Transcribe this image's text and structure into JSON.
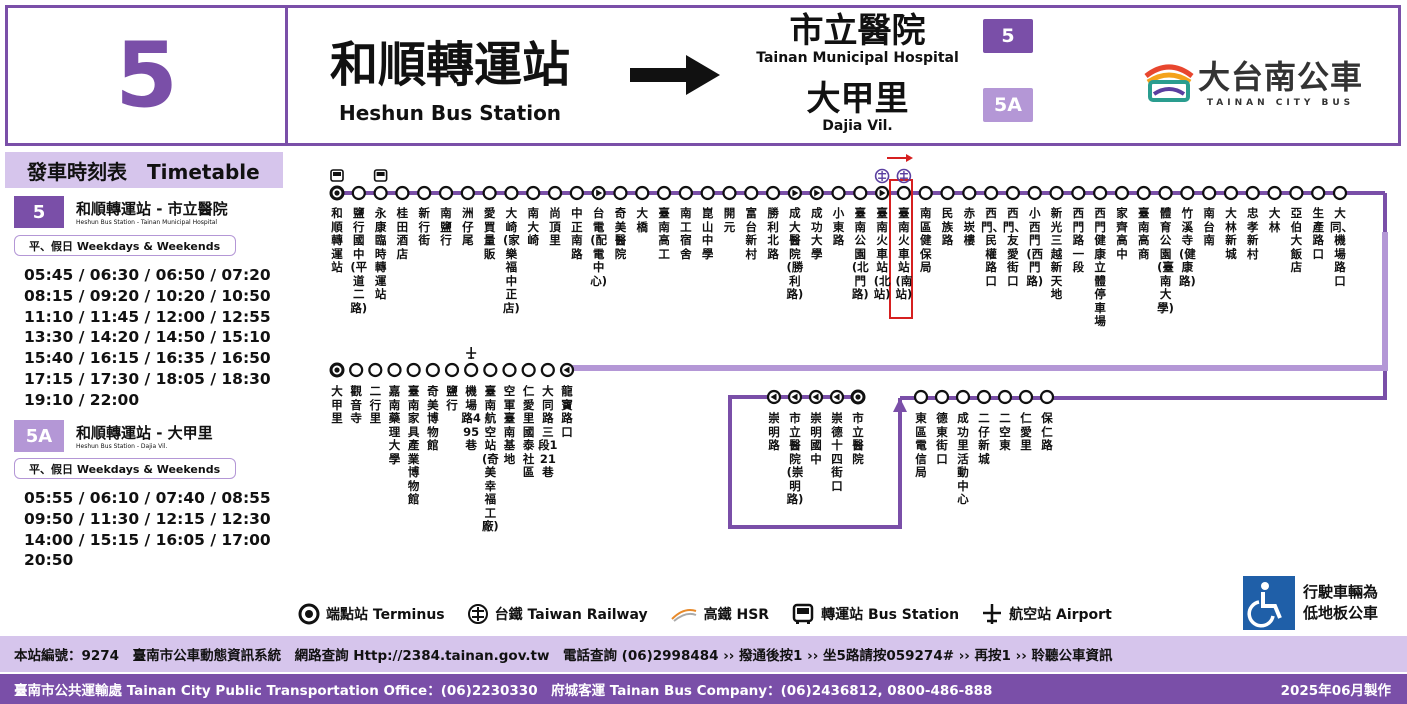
{
  "header": {
    "route": "5",
    "origin_zh": "和順轉運站",
    "origin_en": "Heshun Bus Station",
    "dest1_zh": "市立醫院",
    "dest1_en": "Tainan Municipal Hospital",
    "dest2_zh": "大甲里",
    "dest2_en": "Dajia Vil.",
    "badge1": "5",
    "badge2": "5A",
    "logo_zh": "大台南公車",
    "logo_en": "TAINAN CITY BUS"
  },
  "timetable": {
    "title": "發車時刻表　Timetable",
    "route5": {
      "badge": "5",
      "name_zh": "和順轉運站 - 市立醫院",
      "name_en": "Heshun Bus Station - Tainan Municipal Hospital",
      "days": "平、假日 Weekdays & Weekends",
      "times": [
        "05:45 / 06:30 / 06:50 / 07:20",
        "08:15 / 09:20 / 10:20 / 10:50",
        "11:10 / 11:45 / 12:00 / 12:55",
        "13:30 / 14:20 / 14:50 / 15:10",
        "15:40 / 16:15 / 16:35 / 16:50",
        "17:15 / 17:30 / 18:05 / 18:30",
        "19:10 / 22:00"
      ]
    },
    "route5a": {
      "badge": "5A",
      "name_zh": "和順轉運站 - 大甲里",
      "name_en": "Heshun Bus Station - Dajia Vil.",
      "days": "平、假日 Weekdays & Weekends",
      "times": [
        "05:55 / 06:10 / 07:40 / 08:55",
        "09:50 / 11:30 / 12:15 / 12:30",
        "14:00 / 15:15 / 16:05 / 17:00",
        "20:50"
      ]
    }
  },
  "stops_row1": [
    "和順轉運站",
    "鹽行國中(平道二路)",
    "永康臨時轉運站",
    "桂田酒店",
    "新行街",
    "南鹽行",
    "洲仔尾",
    "愛買量販",
    "大崎(家樂福中正店)",
    "南大崎",
    "尚頂里",
    "中正南路",
    "台電(配電中心)",
    "奇美醫院",
    "大橋",
    "臺南高工",
    "南工宿舍",
    "崑山中學",
    "開元",
    "富台新村",
    "勝利北路",
    "成大醫院(勝利路)",
    "成功大學",
    "小東路",
    "臺南公園(北門路)",
    "臺南火車站(北站)",
    "臺南火車站(南站)",
    "南區健保局",
    "民族路",
    "赤崁樓",
    "西門、民權路口",
    "西門、友愛街口",
    "小西門(西門路)",
    "新光三越新天地",
    "西門路一段",
    "西門健康立體停車場",
    "家齊高中",
    "臺南高商",
    "體育公園(臺南大學)",
    "竹溪寺(健康路)",
    "南台南",
    "大林新城",
    "忠孝新村",
    "大林",
    "亞伯大飯店",
    "生產路口",
    "大同、機場路口"
  ],
  "stops_row2": [
    "大甲里",
    "觀音寺",
    "二行里",
    "嘉南藥理大學",
    "臺南家具產業博物館",
    "奇美博物館",
    "鹽行",
    "機場路495巷",
    "臺南航空站(奇美幸福工廠)",
    "空軍臺南基地",
    "仁愛里國泰社區",
    "大同路三段121巷",
    "龍寶路口"
  ],
  "stops_row3": [
    "崇明路",
    "市立醫院(崇明路)",
    "崇明國中",
    "崇德十四街口",
    "市立醫院"
  ],
  "stops_row4": [
    "東區電信局",
    "德東街口",
    "成功里活動中心",
    "二仔新城",
    "二空東",
    "仁愛里",
    "保仁路"
  ],
  "legend": {
    "terminus": "端點站 Terminus",
    "railway": "台鐵 Taiwan Railway",
    "hsr": "高鐵 HSR",
    "bus_station": "轉運站 Bus Station",
    "airport": "航空站 Airport"
  },
  "accessibility": [
    "行駛車輛為",
    "低地板公車"
  ],
  "footer": {
    "info": "本站編號：9274　臺南市公車動態資訊系統　網路查詢 Http://2384.tainan.gov.tw　電話查詢 (06)2998484 ›› 撥通後按1 ›› 坐5路請按059274# ›› 再按1 ›› 聆聽公車資訊",
    "office": "臺南市公共運輸處 Tainan City Public Transportation Office：(06)2230330　府城客運 Tainan Bus Company：(06)2436812, 0800-486-888",
    "date": "2025年06月製作"
  },
  "colors": {
    "primary": "#7a4fa8",
    "light": "#d6c5ec",
    "accent": "#b497d6",
    "highlight": "#d62020",
    "access": "#1f5fa8"
  }
}
